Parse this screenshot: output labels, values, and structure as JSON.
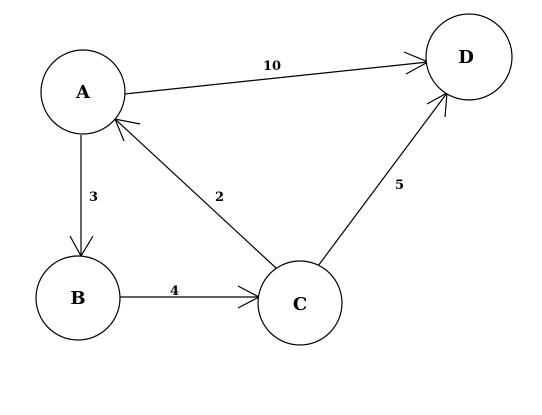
{
  "graph": {
    "nodes": [
      {
        "id": "A",
        "label": "A"
      },
      {
        "id": "B",
        "label": "B"
      },
      {
        "id": "C",
        "label": "C"
      },
      {
        "id": "D",
        "label": "D"
      }
    ],
    "edges": [
      {
        "from": "A",
        "to": "D",
        "weight": "10"
      },
      {
        "from": "A",
        "to": "B",
        "weight": "3"
      },
      {
        "from": "B",
        "to": "C",
        "weight": "4"
      },
      {
        "from": "C",
        "to": "A",
        "weight": "2"
      },
      {
        "from": "C",
        "to": "D",
        "weight": "5"
      }
    ]
  }
}
